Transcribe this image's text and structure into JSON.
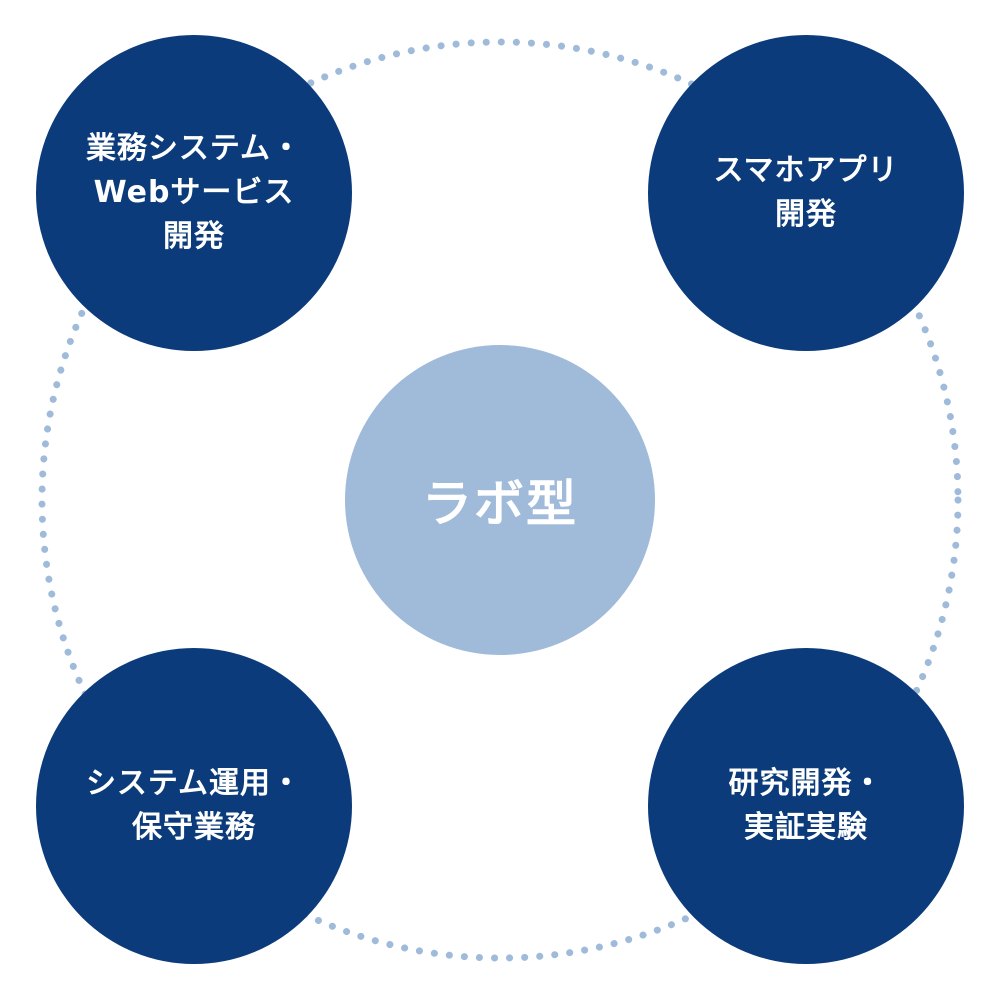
{
  "center": {
    "label": "ラボ型",
    "color": "#9fbbd9"
  },
  "satellites": [
    {
      "lines": [
        "業務システム・",
        "Webサービス",
        "開発"
      ]
    },
    {
      "lines": [
        "スマホアプリ",
        "開発"
      ]
    },
    {
      "lines": [
        "システム運用・",
        "保守業務"
      ]
    },
    {
      "lines": [
        "研究開発・",
        "実証実験"
      ]
    }
  ],
  "colors": {
    "satellite": "#0b3b7a",
    "ring_dots": "#9fbbd9",
    "text": "#ffffff"
  }
}
